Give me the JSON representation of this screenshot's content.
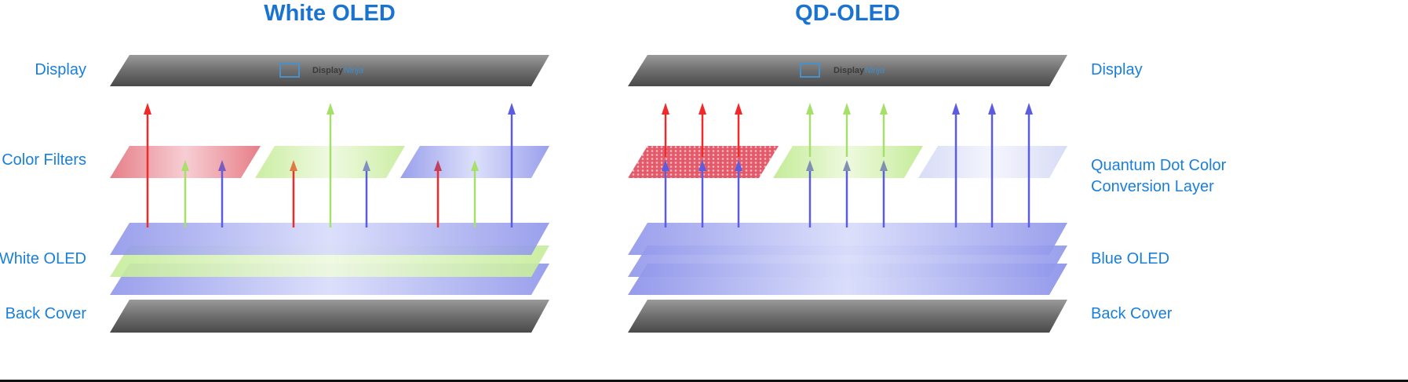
{
  "panels": [
    {
      "title": "White OLED",
      "labels": [
        "Display",
        "Color Filters",
        "White OLED",
        "Back Cover"
      ]
    },
    {
      "title": "QD-OLED",
      "labels": [
        "Display",
        "Quantum Dot Color",
        "Conversion Layer",
        "Blue OLED",
        "Back Cover"
      ]
    }
  ],
  "watermark": {
    "brand": "Display",
    "brand_suffix": "Ninja"
  },
  "colors": {
    "title": "#1a73d0",
    "red": "#ee2a2a",
    "green": "#a6e06a",
    "blue": "#5c5ce0",
    "layer_gray": "#666666"
  }
}
